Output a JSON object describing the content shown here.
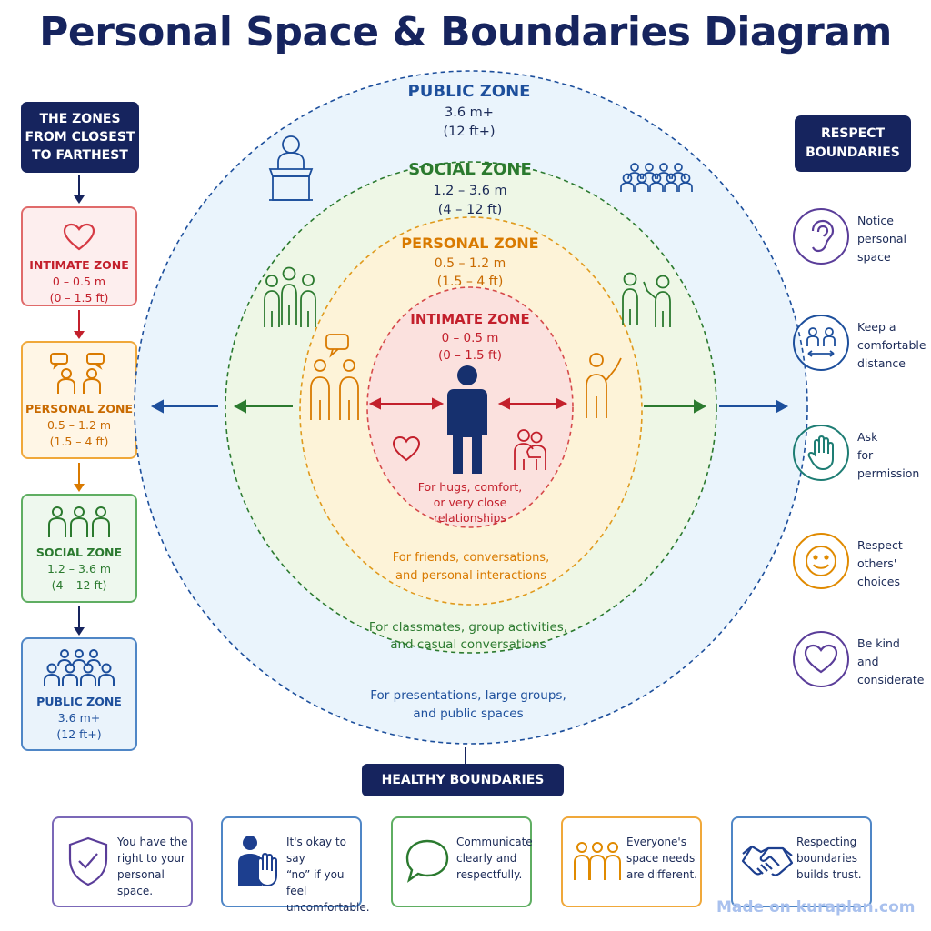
{
  "title": "Personal Space & Boundaries Diagram",
  "left_panel": {
    "header": [
      "THE ZONES",
      "FROM CLOSEST",
      "TO FARTHEST"
    ],
    "cards": [
      {
        "name": "INTIMATE ZONE",
        "metric": "0 – 0.5 m",
        "imperial": "(0 – 1.5 ft)",
        "icon": "heart-icon",
        "color": "#c3202c"
      },
      {
        "name": "PERSONAL ZONE",
        "metric": "0.5 – 1.2 m",
        "imperial": "(1.5 – 4 ft)",
        "icon": "conversation-icon",
        "color": "#d97a00"
      },
      {
        "name": "SOCIAL ZONE",
        "metric": "1.2 – 3.6 m",
        "imperial": "(4 – 12 ft)",
        "icon": "group-icon",
        "color": "#2b7a2f"
      },
      {
        "name": "PUBLIC ZONE",
        "metric": "3.6 m+",
        "imperial": "(12 ft+)",
        "icon": "crowd-icon",
        "color": "#1d4f9c"
      }
    ]
  },
  "diagram": {
    "public": {
      "name": "PUBLIC ZONE",
      "metric": "3.6 m+",
      "imperial": "(12 ft+)",
      "desc": [
        "For presentations, large groups,",
        "and public spaces"
      ],
      "color": "#1d4f9c"
    },
    "social": {
      "name": "SOCIAL ZONE",
      "metric": "1.2 – 3.6 m",
      "imperial": "(4 – 12 ft)",
      "desc": [
        "For classmates, group activities,",
        "and casual conversations"
      ],
      "color": "#2b7a2f"
    },
    "personal": {
      "name": "PERSONAL ZONE",
      "metric": "0.5 – 1.2 m",
      "imperial": "(1.5 – 4 ft)",
      "desc": [
        "For friends, conversations,",
        "and personal interactions"
      ],
      "color": "#d97a00"
    },
    "intimate": {
      "name": "INTIMATE ZONE",
      "metric": "0 – 0.5 m",
      "imperial": "(0 – 1.5 ft)",
      "desc": [
        "For hugs, comfort,",
        "or very close",
        "relationships"
      ],
      "color": "#c3202c"
    }
  },
  "right_panel": {
    "header": [
      "RESPECT",
      "BOUNDARIES"
    ],
    "tips": [
      {
        "lines": [
          "Notice",
          "personal",
          "space"
        ],
        "icon": "ear-icon",
        "color": "#5a3d99"
      },
      {
        "lines": [
          "Keep a",
          "comfortable",
          "distance"
        ],
        "icon": "distance-icon",
        "color": "#1d4f9c"
      },
      {
        "lines": [
          "Ask",
          "for",
          "permission"
        ],
        "icon": "raised-hand-icon",
        "color": "#1e7d74"
      },
      {
        "lines": [
          "Respect",
          "others'",
          "choices"
        ],
        "icon": "smile-icon",
        "color": "#e08a00"
      },
      {
        "lines": [
          "Be kind",
          "and",
          "considerate"
        ],
        "icon": "heart-icon",
        "color": "#5a3d99"
      }
    ]
  },
  "healthy_boundaries": {
    "header": "HEALTHY BOUNDARIES",
    "cards": [
      {
        "lines": [
          "You have the",
          "right to your",
          "personal",
          "space."
        ],
        "icon": "shield-check-icon",
        "color": "#5a3d99"
      },
      {
        "lines": [
          "It's okay to say",
          "“no” if you feel",
          "uncomfortable."
        ],
        "icon": "stop-hand-icon",
        "color": "#1d4f9c"
      },
      {
        "lines": [
          "Communicate",
          "clearly and",
          "respectfully."
        ],
        "icon": "speech-bubble-icon",
        "color": "#2b7a2f"
      },
      {
        "lines": [
          "Everyone's",
          "space needs",
          "are different."
        ],
        "icon": "people-icon",
        "color": "#e08a00"
      },
      {
        "lines": [
          "Respecting",
          "boundaries",
          "builds trust."
        ],
        "icon": "handshake-icon",
        "color": "#1d4f9c"
      }
    ]
  },
  "watermark": "Made on kuraplan.com"
}
